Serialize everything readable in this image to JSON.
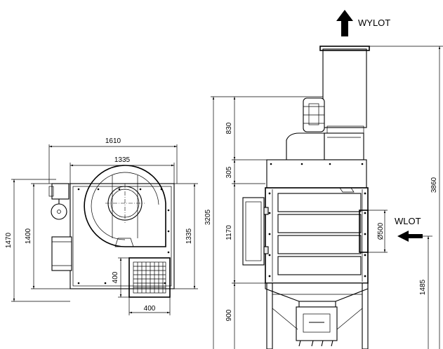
{
  "labels": {
    "outlet": "WYLOT",
    "inlet": "WLOT"
  },
  "dimensions": {
    "top_width_overall": "1610",
    "top_width_body": "1335",
    "top_height_overall": "1470",
    "top_height_frame": "1400",
    "top_height_right": "1335",
    "hopper_box_height": "400",
    "hopper_box_width": "400",
    "side_total_height": "3205",
    "side_fan_section": "830",
    "side_transition": "305",
    "side_filter_section": "1170",
    "side_legs": "900",
    "side_total_with_outlet": "3860",
    "inlet_height": "1485",
    "inlet_diameter": "Ø500"
  }
}
